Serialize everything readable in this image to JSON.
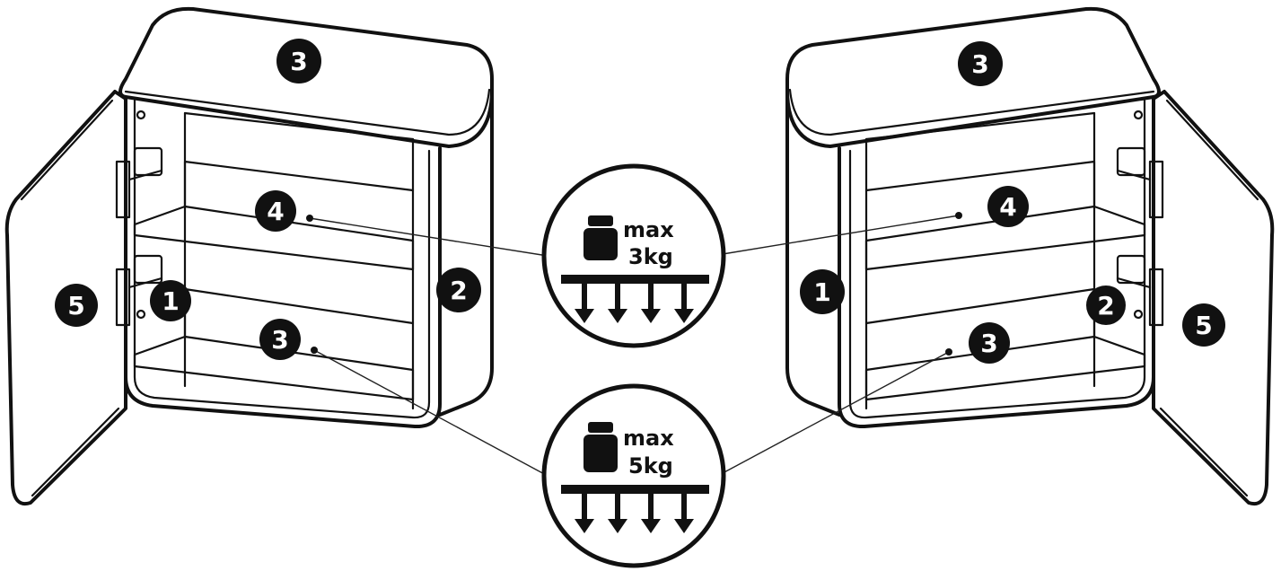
{
  "colors": {
    "ink": "#111111",
    "paper": "#ffffff"
  },
  "part_numbers": {
    "side_panel": "1",
    "side_panel_right": "2",
    "top_bottom_panel": "3",
    "shelf": "4",
    "door": "5"
  },
  "load_limits": {
    "shelf": {
      "label": "max",
      "weight": "3kg",
      "icon": "weight-icon"
    },
    "bottom": {
      "label": "max",
      "weight": "5kg",
      "icon": "weight-icon"
    }
  }
}
